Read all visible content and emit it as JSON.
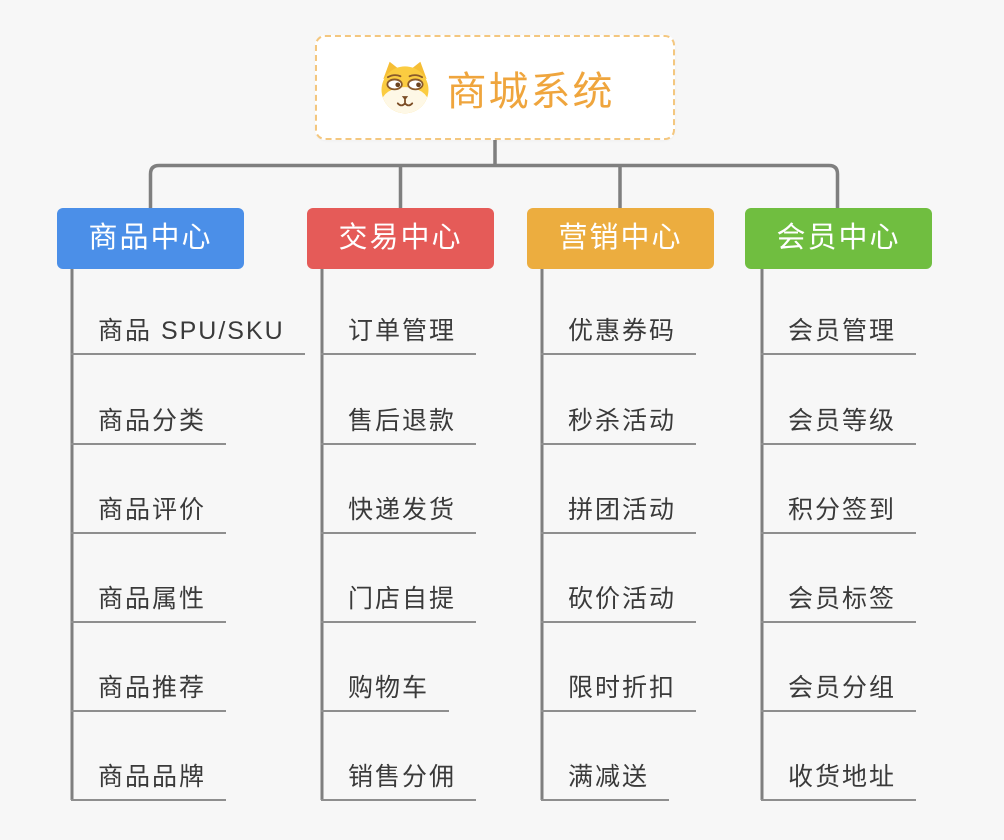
{
  "background": "#F7F7F7",
  "root": {
    "title": "商城系统",
    "icon": "shiba-dog-icon",
    "title_color": "#EFA53D",
    "border_color": "#F4C77F"
  },
  "branches": [
    {
      "label": "商品中心",
      "color": "#4B8FE8",
      "items": [
        "商品 SPU/SKU",
        "商品分类",
        "商品评价",
        "商品属性",
        "商品推荐",
        "商品品牌"
      ]
    },
    {
      "label": "交易中心",
      "color": "#E55B58",
      "items": [
        "订单管理",
        "售后退款",
        "快递发货",
        "门店自提",
        "购物车",
        "销售分佣"
      ]
    },
    {
      "label": "营销中心",
      "color": "#ECAD3F",
      "items": [
        "优惠券码",
        "秒杀活动",
        "拼团活动",
        "砍价活动",
        "限时折扣",
        "满减送"
      ]
    },
    {
      "label": "会员中心",
      "color": "#70BE40",
      "items": [
        "会员管理",
        "会员等级",
        "积分签到",
        "会员标签",
        "会员分组",
        "收货地址"
      ]
    }
  ],
  "colors": {
    "connector": "#7F7F7F",
    "leaf_text": "#3A3A3A",
    "leaf_underline": "#8E8E8E",
    "node_text": "#FFFFFF"
  }
}
